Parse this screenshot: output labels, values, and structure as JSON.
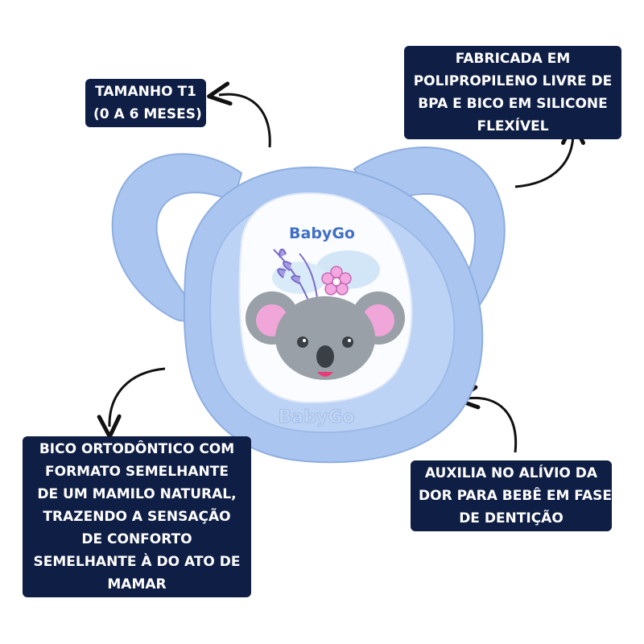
{
  "labels": {
    "tamanho": [
      "TAMANHO T1",
      "(0 A 6 MESES)"
    ],
    "fabricada": [
      "FABRICADA EM",
      "POLIPROPILENO LIVRE DE",
      "BPA E BICO EM SILICONE",
      "FLEXÍVEL"
    ],
    "bico": [
      "BICO ORTODÔNTICO COM",
      "FORMATO SEMELHANTE",
      "DE UM MAMILO NATURAL,",
      "TRAZENDO A SENSAÇÃO",
      "DE CONFORTO",
      "SEMELHANTE À DO ATO DE",
      "MAMAR"
    ],
    "auxilia": [
      "AUXILIA NO ALÍVIO DA",
      "DOR PARA BEBÊ EM FASE",
      "DE DENTIÇÃO"
    ]
  },
  "product": {
    "brand_logo": "BabyGo",
    "embossed_brand": "BabyGo",
    "illustration": "koala-icon"
  },
  "colors": {
    "label_bg": "#0f1e45",
    "shield_blue": "#aac6f0",
    "koala_gray": "#9aa0a8",
    "ear_pink": "#f0a6d8",
    "logo_blue": "#3f6fc4"
  }
}
